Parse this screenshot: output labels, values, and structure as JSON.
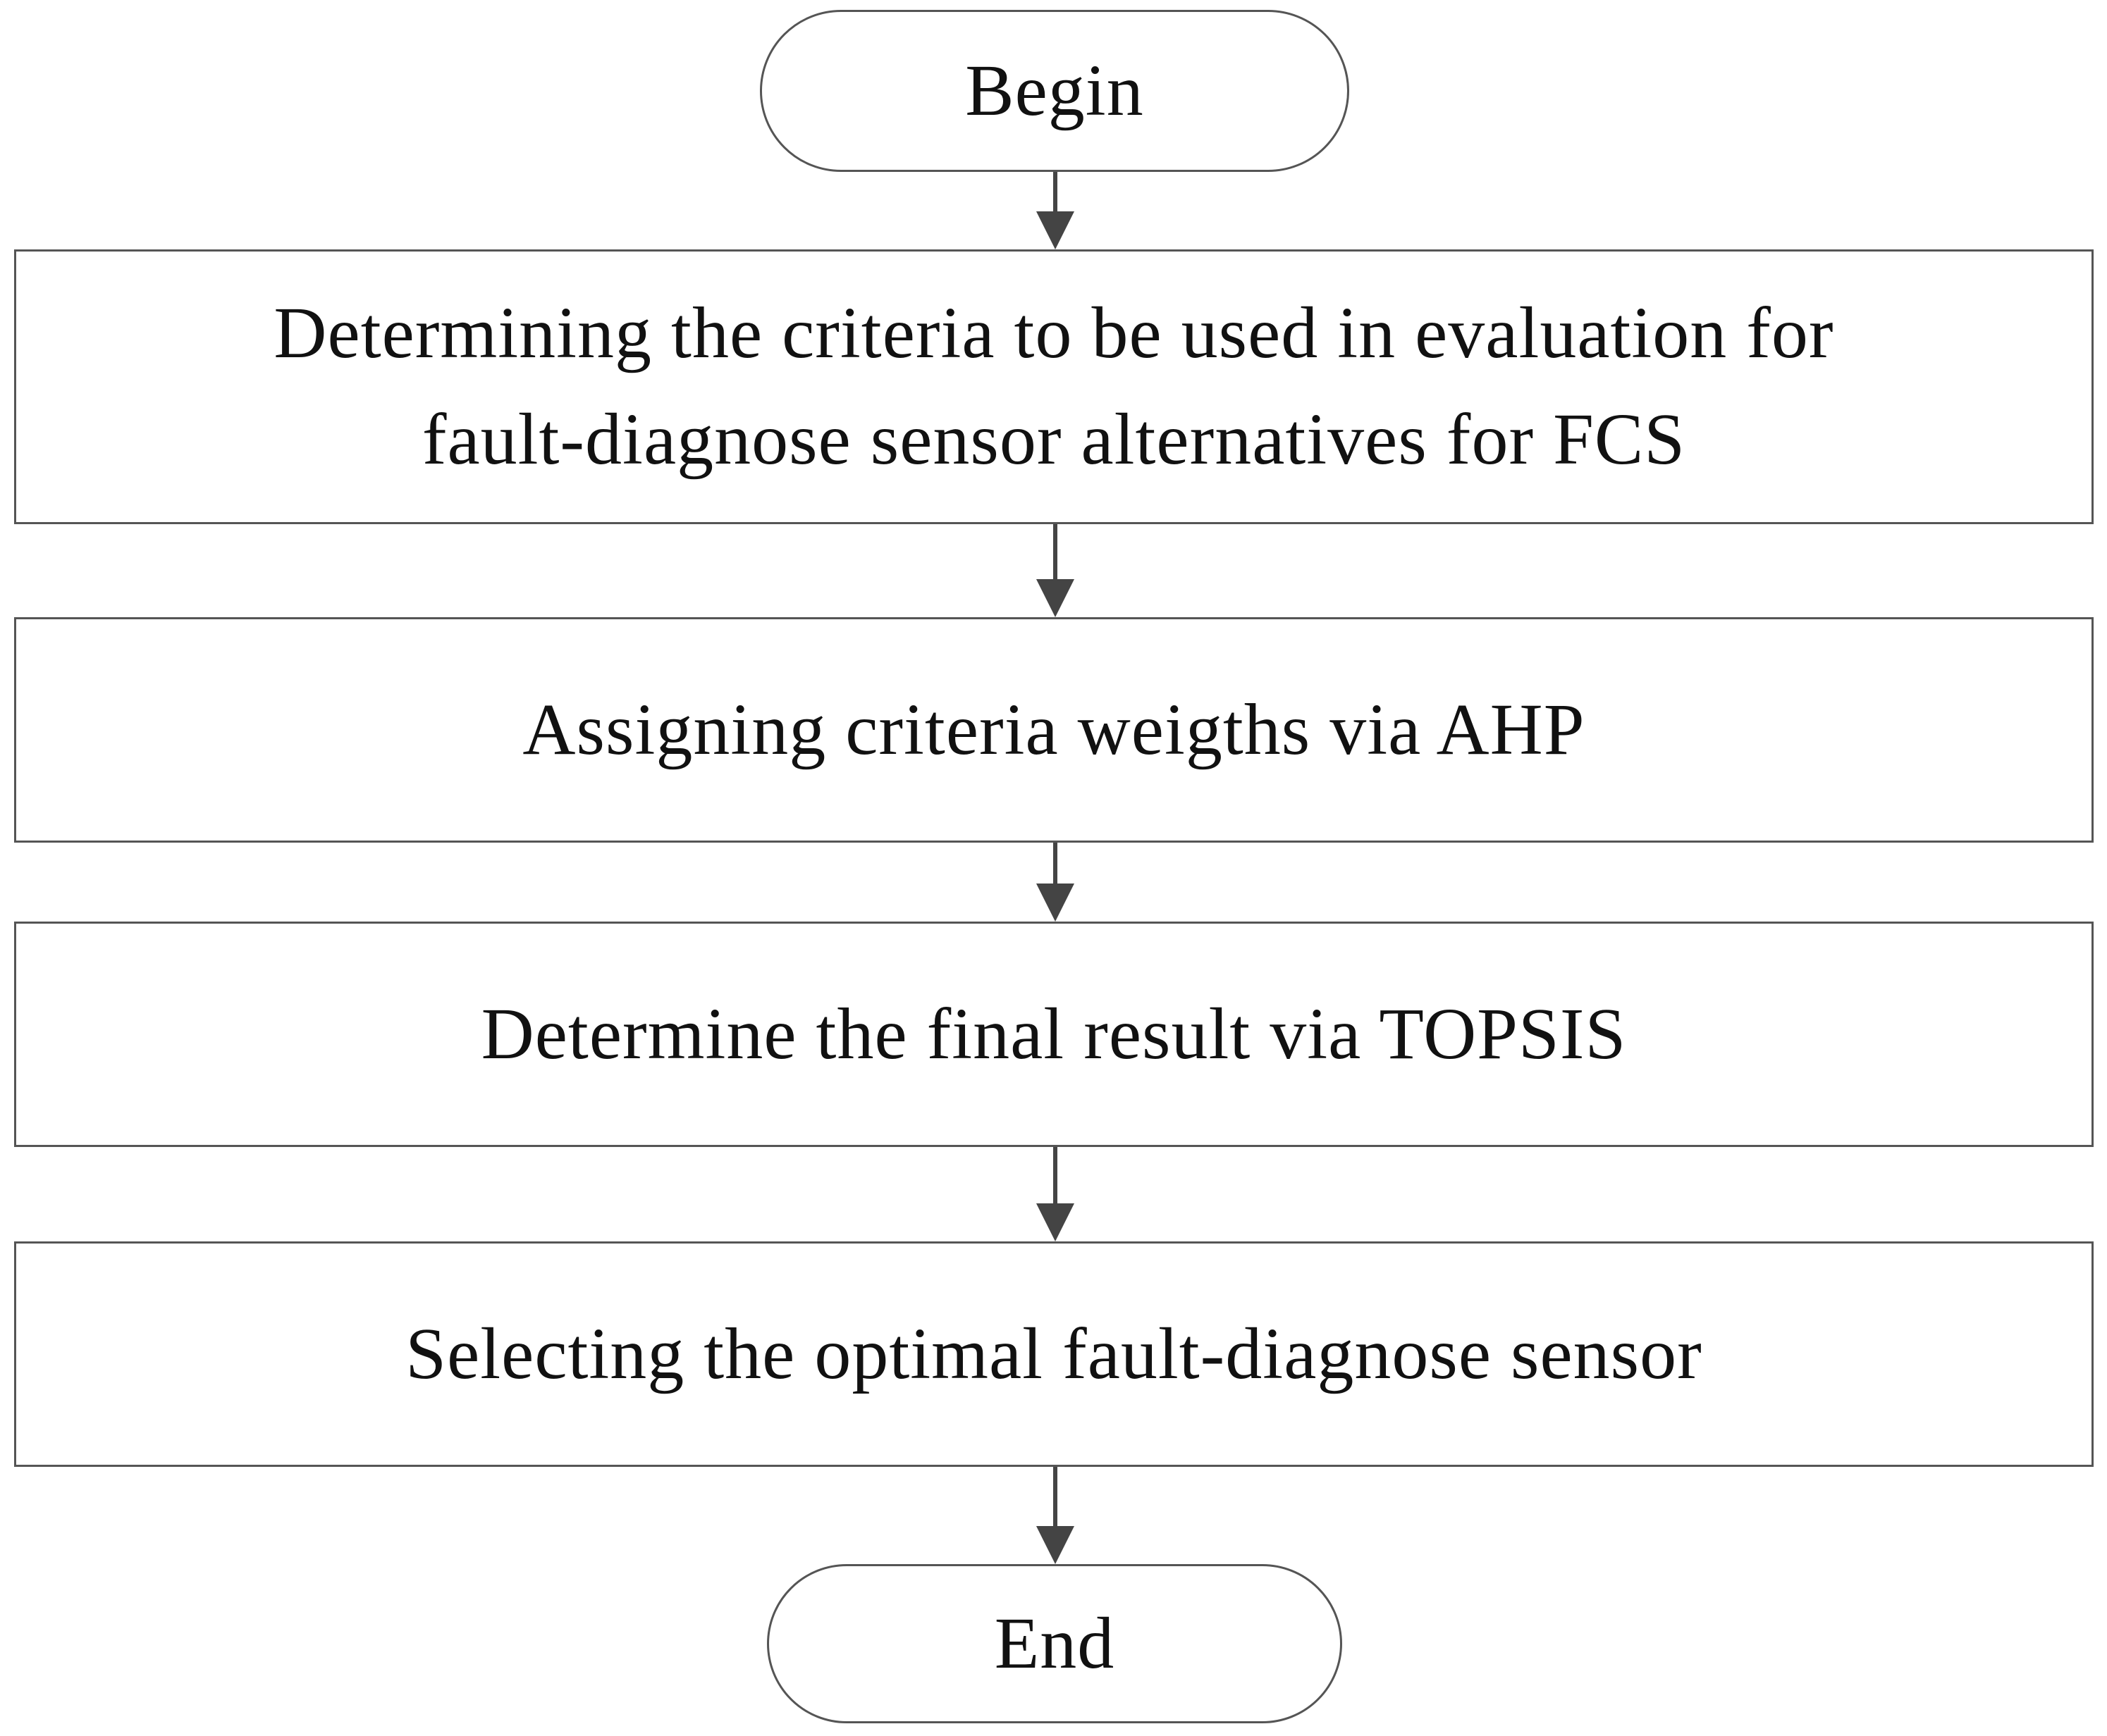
{
  "flowchart": {
    "begin": "Begin",
    "steps": [
      [
        "Determining the criteria to be used in evaluation for",
        "fault-diagnose sensor alternatives for FCS"
      ],
      [
        "Assigning criteria weigths via AHP"
      ],
      [
        "Determine the final result via TOPSIS"
      ],
      [
        "Selecting the optimal fault-diagnose sensor"
      ]
    ],
    "end": "End"
  },
  "colors": {
    "stroke": "#555555",
    "text": "#111111",
    "background": "#ffffff"
  }
}
